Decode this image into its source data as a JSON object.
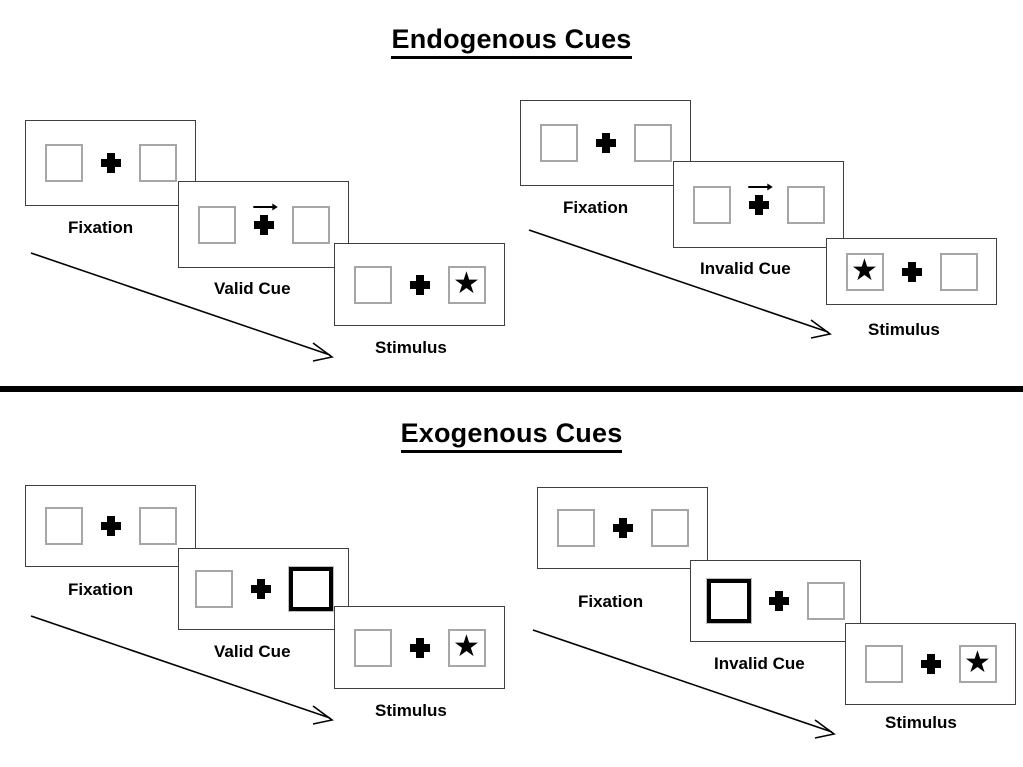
{
  "figure": {
    "sections": [
      {
        "id": "endogenous",
        "title": "Endogenous Cues",
        "streams": [
          {
            "id": "endogenous-valid",
            "cue_type": "valid",
            "panels": [
              {
                "id": "fixation",
                "label": "Fixation",
                "left_box": "empty",
                "right_box": "empty",
                "arrow_cue": false,
                "cued_side": "none",
                "target_side": "none"
              },
              {
                "id": "cue",
                "label": "Valid Cue",
                "left_box": "empty",
                "right_box": "empty",
                "arrow_cue": true,
                "arrow_direction": "right",
                "cued_side": "right",
                "target_side": "none"
              },
              {
                "id": "stimulus",
                "label": "Stimulus",
                "left_box": "empty",
                "right_box": "star",
                "arrow_cue": false,
                "cued_side": "none",
                "target_side": "right"
              }
            ]
          },
          {
            "id": "endogenous-invalid",
            "cue_type": "invalid",
            "panels": [
              {
                "id": "fixation",
                "label": "Fixation",
                "left_box": "empty",
                "right_box": "empty",
                "arrow_cue": false,
                "cued_side": "none",
                "target_side": "none"
              },
              {
                "id": "cue",
                "label": "Invalid Cue",
                "left_box": "empty",
                "right_box": "empty",
                "arrow_cue": true,
                "arrow_direction": "right",
                "cued_side": "right",
                "target_side": "none"
              },
              {
                "id": "stimulus",
                "label": "Stimulus",
                "left_box": "star",
                "right_box": "empty",
                "arrow_cue": false,
                "cued_side": "none",
                "target_side": "left"
              }
            ]
          }
        ]
      },
      {
        "id": "exogenous",
        "title": "Exogenous Cues",
        "streams": [
          {
            "id": "exogenous-valid",
            "cue_type": "valid",
            "panels": [
              {
                "id": "fixation",
                "label": "Fixation",
                "left_box": "empty",
                "right_box": "empty",
                "arrow_cue": false,
                "cued_side": "none",
                "target_side": "none"
              },
              {
                "id": "cue",
                "label": "Valid Cue",
                "left_box": "empty",
                "right_box": "highlighted",
                "arrow_cue": false,
                "cued_side": "right",
                "target_side": "none"
              },
              {
                "id": "stimulus",
                "label": "Stimulus",
                "left_box": "empty",
                "right_box": "star",
                "arrow_cue": false,
                "cued_side": "none",
                "target_side": "right"
              }
            ]
          },
          {
            "id": "exogenous-invalid",
            "cue_type": "invalid",
            "panels": [
              {
                "id": "fixation",
                "label": "Fixation",
                "left_box": "empty",
                "right_box": "empty",
                "arrow_cue": false,
                "cued_side": "none",
                "target_side": "none"
              },
              {
                "id": "cue",
                "label": "Invalid Cue",
                "left_box": "highlighted",
                "right_box": "empty",
                "arrow_cue": false,
                "cued_side": "left",
                "target_side": "none"
              },
              {
                "id": "stimulus",
                "label": "Stimulus",
                "left_box": "empty",
                "right_box": "star",
                "arrow_cue": false,
                "cued_side": "none",
                "target_side": "right"
              }
            ]
          }
        ]
      }
    ],
    "glyphs": {
      "star": "★",
      "fixation_cross": "fixation-plus",
      "cue_arrow": "arrow-right-icon",
      "time_arrow": "time-flow-arrow"
    },
    "colors": {
      "panel_border": "#3f3f3f",
      "box_border": "#a6a6a6",
      "cued_box_border": "#000000",
      "ink": "#000000",
      "background": "#ffffff"
    }
  }
}
